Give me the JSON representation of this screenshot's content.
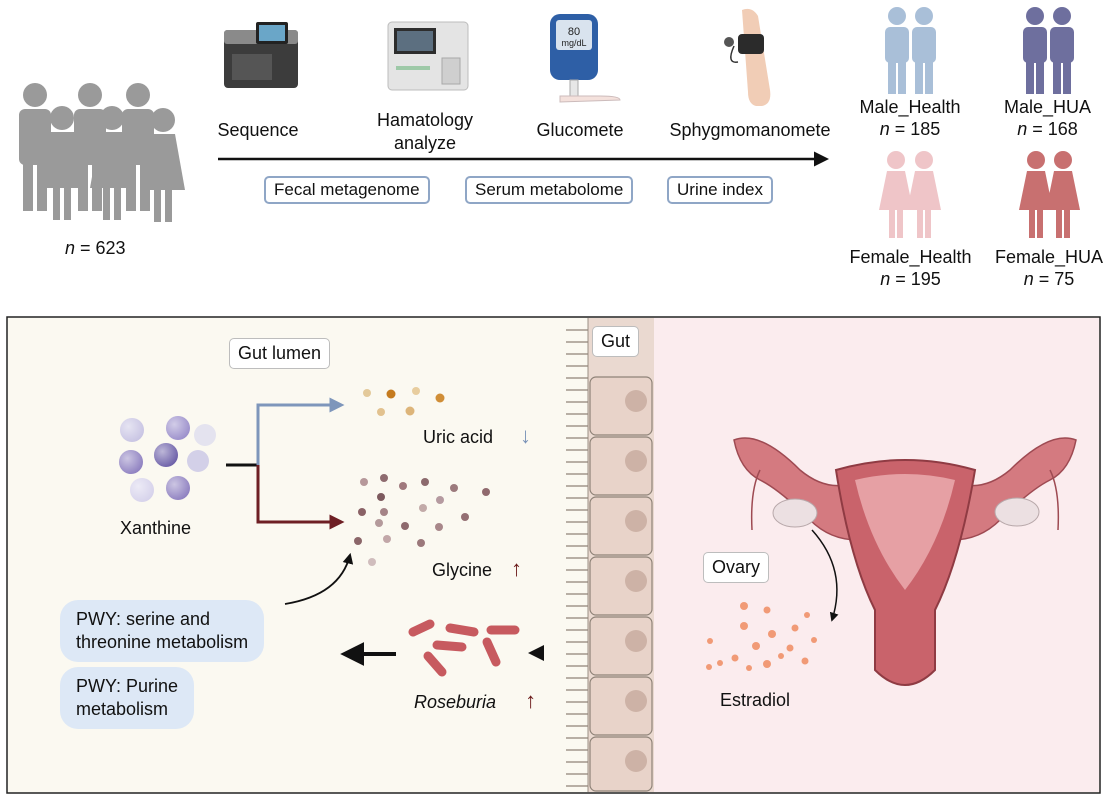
{
  "cohort": {
    "total": {
      "n_label": "n",
      "n_text": " = 623"
    },
    "methods": [
      {
        "label": "Sequence"
      },
      {
        "label": "Hamatology analyze"
      },
      {
        "label": "Glucomete"
      },
      {
        "label": "Sphygmomanomete"
      }
    ],
    "glucometer_display": {
      "value": "80",
      "unit": "mg/dL"
    },
    "data_types": [
      "Fecal metagenome",
      "Serum metabolome",
      "Urine index"
    ],
    "groups": [
      {
        "label": "Male_Health",
        "n_label": "n",
        "n_text": " = 185",
        "color": "#a9bfd8"
      },
      {
        "label": "Male_HUA",
        "n_label": "n",
        "n_text": " = 168",
        "color": "#6e6f9e"
      },
      {
        "label": "Female_Health",
        "n_label": "n",
        "n_text": " = 195",
        "color": "#efc5c8"
      },
      {
        "label": "Female_HUA",
        "n_label": "n",
        "n_text": " = 75",
        "color": "#c87070"
      }
    ],
    "crowd_color": "#9a9a9a"
  },
  "mechanism": {
    "gut_lumen_label": "Gut lumen",
    "gut_label": "Gut",
    "ovary_label": "Ovary",
    "xanthine_label": "Xanthine",
    "uric_acid": {
      "label": "Uric acid",
      "arrow": "↓",
      "arrow_color": "#7a93b8"
    },
    "glycine": {
      "label": "Glycine",
      "arrow": "↑",
      "arrow_color": "#6b1a1a"
    },
    "roseburia": {
      "label": "Roseburia",
      "arrow": "↑",
      "arrow_color": "#6b1a1a"
    },
    "estradiol_label": "Estradiol",
    "pathways": [
      {
        "line1": "PWY: serine and",
        "line2": "threonine metabolism"
      },
      {
        "line1": "PWY: Purine",
        "line2": "metabolism"
      }
    ],
    "colors": {
      "lumen_bg": "#fbf9f1",
      "body_bg": "#fbecee",
      "branch_up": "#7e96bb",
      "branch_down": "#6e1f24",
      "bacteria": "#c75a5f",
      "estradiol_dot": "#f19a76",
      "uterus": "#c9636b"
    }
  }
}
